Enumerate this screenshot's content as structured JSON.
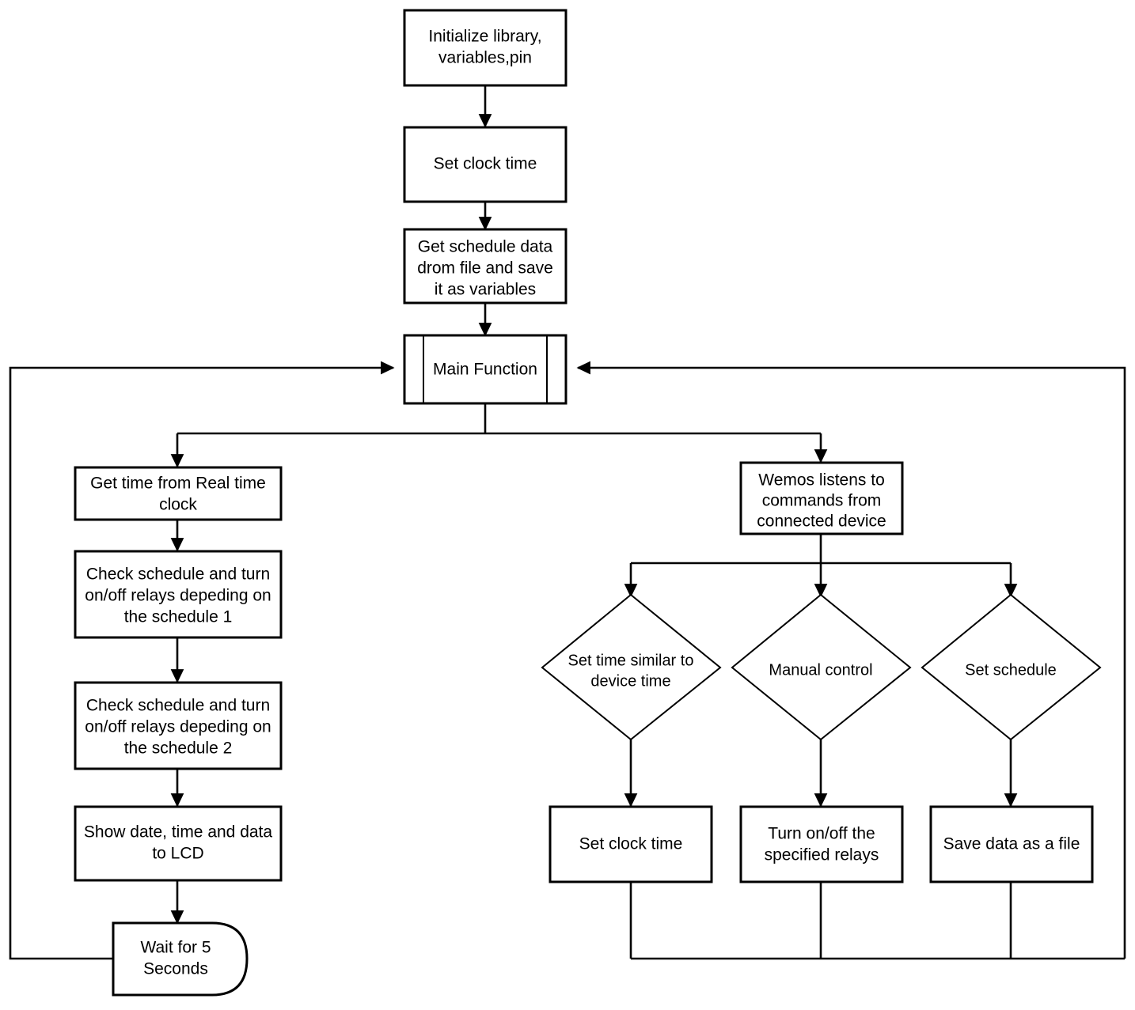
{
  "diagram": {
    "type": "flowchart",
    "title": "Wemos relay scheduler program flowchart",
    "colors": {
      "background": "#ffffff",
      "stroke": "#000000",
      "fill": "#ffffff"
    },
    "nodes": {
      "init": {
        "shape": "process",
        "lines": [
          "Initialize library,",
          "variables,pin"
        ]
      },
      "set_clock_time_top": {
        "shape": "process",
        "lines": [
          "Set clock time"
        ]
      },
      "get_schedule": {
        "shape": "process",
        "lines": [
          "Get schedule data",
          "drom file and save",
          "it as variables"
        ]
      },
      "main_function": {
        "shape": "predefined-process",
        "lines": [
          "Main Function"
        ]
      },
      "get_time_rtc": {
        "shape": "process",
        "lines": [
          "Get time from Real time",
          "clock"
        ]
      },
      "check_schedule_1": {
        "shape": "process",
        "lines": [
          "Check schedule and turn",
          "on/off relays depeding on",
          "the schedule 1"
        ]
      },
      "check_schedule_2": {
        "shape": "process",
        "lines": [
          "Check schedule and turn",
          "on/off relays depeding on",
          "the schedule 2"
        ]
      },
      "show_lcd": {
        "shape": "process",
        "lines": [
          "Show date, time and data",
          "to LCD"
        ]
      },
      "wait_5_seconds": {
        "shape": "delay",
        "lines": [
          "Wait for 5",
          "Seconds"
        ]
      },
      "wemos_listens": {
        "shape": "process",
        "lines": [
          "Wemos listens to",
          "commands from",
          "connected device"
        ]
      },
      "decision_set_time": {
        "shape": "decision",
        "lines": [
          "Set time similar to",
          "device time"
        ]
      },
      "decision_manual_control": {
        "shape": "decision",
        "lines": [
          "Manual control"
        ]
      },
      "decision_set_schedule": {
        "shape": "decision",
        "lines": [
          "Set schedule"
        ]
      },
      "set_clock_time_bottom": {
        "shape": "process",
        "lines": [
          "Set clock time"
        ]
      },
      "turn_relays": {
        "shape": "process",
        "lines": [
          "Turn on/off the",
          "specified relays"
        ]
      },
      "save_data_file": {
        "shape": "process",
        "lines": [
          "Save data as a file"
        ]
      }
    }
  }
}
